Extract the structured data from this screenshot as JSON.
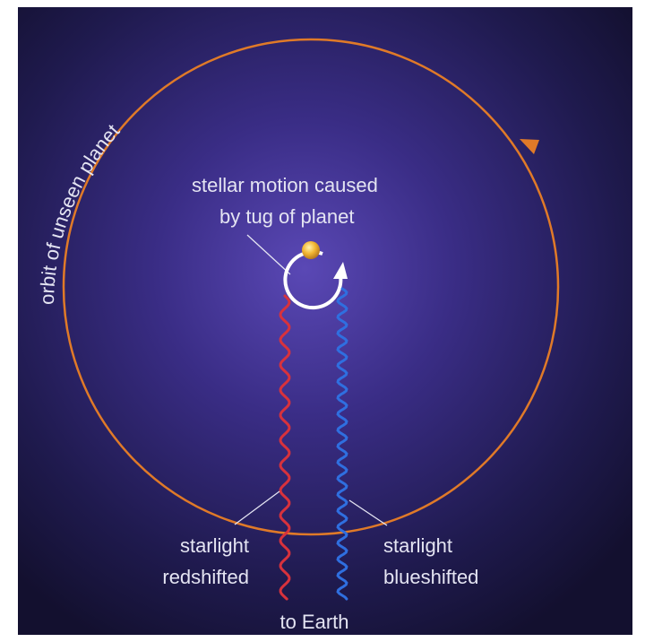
{
  "labels": {
    "orbit": "orbit of unseen planet",
    "stellar_motion_line1": "stellar motion caused",
    "stellar_motion_line2": "by tug of planet",
    "redshift_line1": "starlight",
    "redshift_line2": "redshifted",
    "blueshift_line1": "starlight",
    "blueshift_line2": "blueshifted",
    "to_earth": "to Earth"
  },
  "colors": {
    "background_center": "#4f3ea8",
    "background_edge": "#13102f",
    "orbit": "#e07a28",
    "star": "#f2b632",
    "stellar_motion": "#ffffff",
    "redshift_wave": "#d8323c",
    "blueshift_wave": "#2f6fe0",
    "label_text": "#e4e4f2"
  },
  "icons": {
    "star": "yellow-star-dot",
    "orbit_direction": "arrowhead-clockwise"
  }
}
